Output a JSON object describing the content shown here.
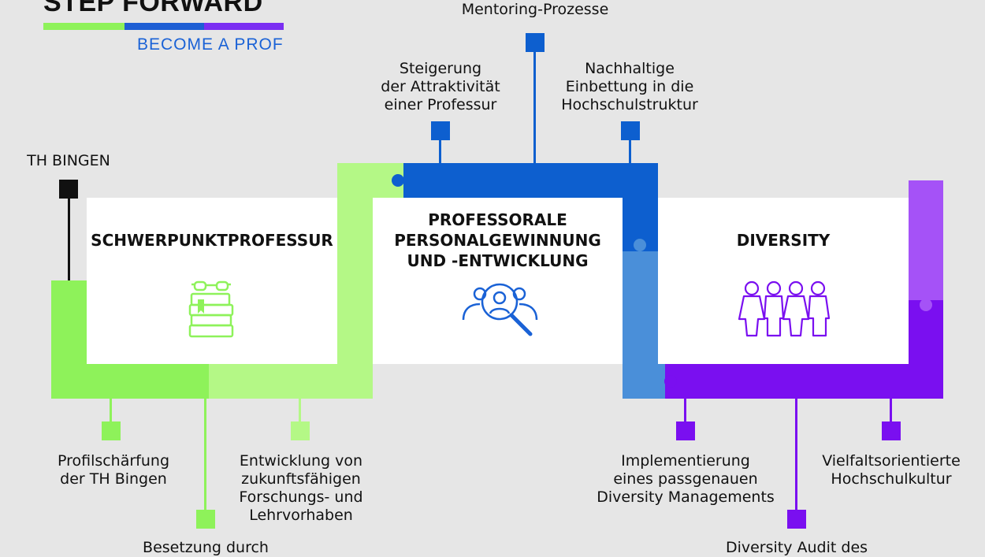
{
  "logo": {
    "title": "STEP FORWARD",
    "subtitle": "BECOME A PROF",
    "bar_colors": [
      "#8ef25a",
      "#1e5fd4",
      "#7b2ff2"
    ]
  },
  "colors": {
    "green": "#8ef25a",
    "green_light": "#b4f886",
    "blue": "#0d5fcf",
    "blue_light": "#4a8fd9",
    "purple": "#7a0ff0",
    "purple_light": "#a552f7",
    "black": "#111111"
  },
  "cards": [
    {
      "title": "SCHWERPUNKTPROFESSUR",
      "icon": "books-glasses-icon"
    },
    {
      "title": "PROFESSORALE\nPERSONALGEWINNUNG\nUND -ENTWICKLUNG",
      "icon": "people-search-icon"
    },
    {
      "title": "DIVERSITY",
      "icon": "diverse-people-icon"
    }
  ],
  "labels": {
    "th_bingen": "TH BINGEN",
    "mentoring": "Mentoring-Prozesse",
    "attraktivitaet": "Steigerung\nder Attraktivität\neiner Professur",
    "einbettung": "Nachhaltige\nEinbettung in die\nHochschulstruktur",
    "profilschaerfung": "Profilschärfung\nder TH Bingen",
    "entwicklung": "Entwicklung von\nzukunftsfähigen\nForschungs- und\nLehrvorhaben",
    "besetzung": "Besetzung durch",
    "implementierung": "Implementierung\neines passgenauen\nDiversity Managements",
    "vielfalt": "Vielfaltsorientierte\nHochschulkultur",
    "audit": "Diversity Audit des"
  }
}
